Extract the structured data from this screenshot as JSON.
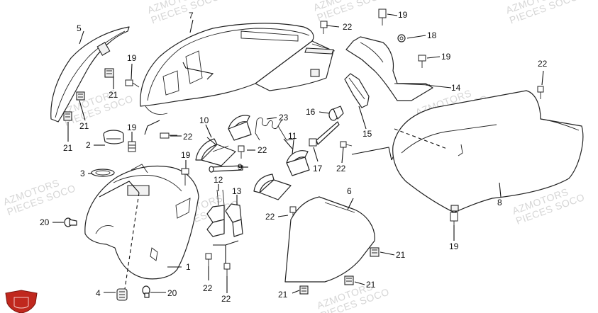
{
  "watermark": {
    "line1": "AZMOTORS",
    "line2": "PIECES SOCO"
  },
  "logo": {
    "color": "#c0281e"
  },
  "callouts": {
    "c1": "1",
    "c2": "2",
    "c3": "3",
    "c4": "4",
    "c5": "5",
    "c6": "6",
    "c7": "7",
    "c8": "8",
    "c9": "9",
    "c10": "10",
    "c11": "11",
    "c12": "12",
    "c13": "13",
    "c14": "14",
    "c15": "15",
    "c16": "16",
    "c17": "17",
    "c18": "18",
    "c19": "19",
    "c20": "20",
    "c21": "21",
    "c22": "22",
    "c23": "23"
  }
}
